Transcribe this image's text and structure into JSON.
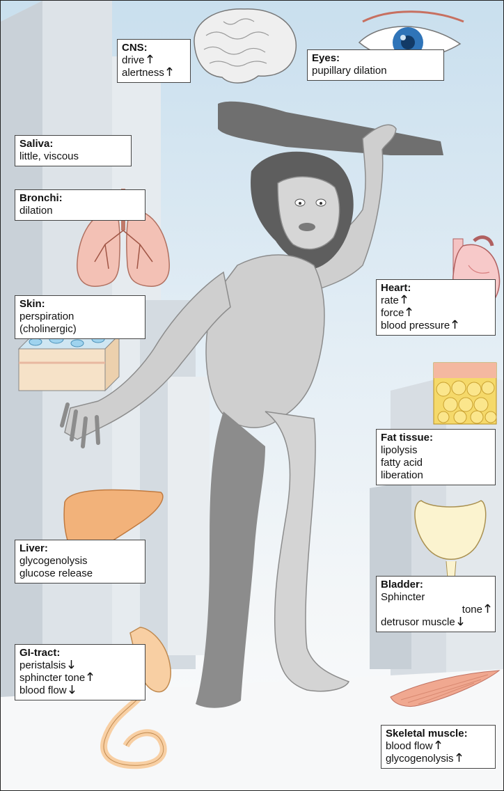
{
  "labels": {
    "cns": {
      "title": "CNS:",
      "lines": [
        {
          "text": "drive",
          "arrow": "up"
        },
        {
          "text": "alertness",
          "arrow": "up"
        }
      ]
    },
    "eyes": {
      "title": "Eyes:",
      "lines": [
        {
          "text": "pupillary dilation",
          "arrow": ""
        }
      ]
    },
    "saliva": {
      "title": "Saliva:",
      "lines": [
        {
          "text": "little, viscous",
          "arrow": ""
        }
      ]
    },
    "bronchi": {
      "title": "Bronchi:",
      "lines": [
        {
          "text": "dilation",
          "arrow": ""
        }
      ]
    },
    "skin": {
      "title": "Skin:",
      "lines": [
        {
          "text": "perspiration",
          "arrow": ""
        },
        {
          "text": "(cholinergic)",
          "arrow": ""
        }
      ]
    },
    "heart": {
      "title": "Heart:",
      "lines": [
        {
          "text": "rate",
          "arrow": "up"
        },
        {
          "text": "force",
          "arrow": "up"
        },
        {
          "text": "blood pressure",
          "arrow": "up"
        }
      ]
    },
    "fat": {
      "title": "Fat tissue:",
      "lines": [
        {
          "text": "lipolysis",
          "arrow": ""
        },
        {
          "text": "fatty acid",
          "arrow": ""
        },
        {
          "text": "liberation",
          "arrow": ""
        }
      ]
    },
    "liver": {
      "title": "Liver:",
      "lines": [
        {
          "text": "glycogenolysis",
          "arrow": ""
        },
        {
          "text": "glucose release",
          "arrow": ""
        }
      ]
    },
    "bladder": {
      "title": "Bladder:",
      "lines": [
        {
          "text": "Sphincter",
          "arrow": ""
        },
        {
          "text": "tone",
          "arrow": "up"
        },
        {
          "text": "detrusor muscle",
          "arrow": "down"
        }
      ]
    },
    "gi": {
      "title": "GI-tract:",
      "lines": [
        {
          "text": "peristalsis",
          "arrow": "down"
        },
        {
          "text": "sphincter tone",
          "arrow": "up"
        },
        {
          "text": "blood flow",
          "arrow": "down"
        }
      ]
    },
    "muscle": {
      "title": "Skeletal muscle:",
      "lines": [
        {
          "text": "blood flow",
          "arrow": "up"
        },
        {
          "text": "glycogenolysis",
          "arrow": "up"
        }
      ]
    }
  },
  "colors": {
    "figure": "#cfcfcf",
    "figure_shadow": "#8c8c8c",
    "hair": "#5e5e5e",
    "club": "#6f6f6f",
    "liver": "#f2b27a",
    "lung": "#f3c1b5",
    "stomach": "#f8cfa3",
    "fat": "#f5d96a",
    "muscle": "#f0a890",
    "iris": "#2f74b8"
  }
}
